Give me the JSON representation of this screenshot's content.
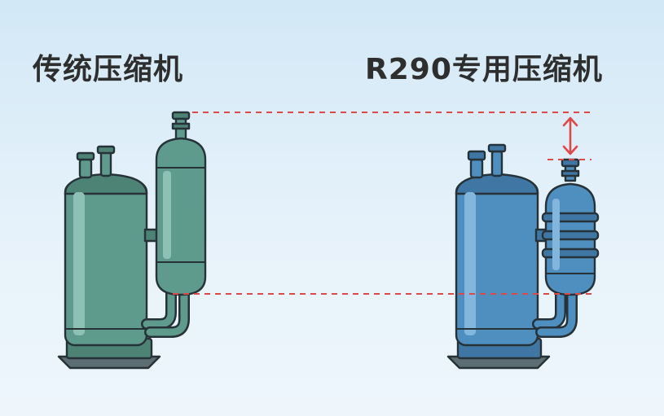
{
  "titles": {
    "traditional": "传统压缩机",
    "r290": "R290专用压缩机"
  },
  "compressors": [
    {
      "id": "traditional",
      "body_color": "#5f9b8c",
      "shade_color": "#4c8374",
      "highlight_color": "#8cc1b3"
    },
    {
      "id": "r290",
      "body_color": "#4f8fbf",
      "shade_color": "#3f76a3",
      "highlight_color": "#82b6dc"
    }
  ],
  "reference_line_color": "#e04848",
  "outline_color": "#263238",
  "icons": [
    "height-difference-arrow-icon"
  ]
}
